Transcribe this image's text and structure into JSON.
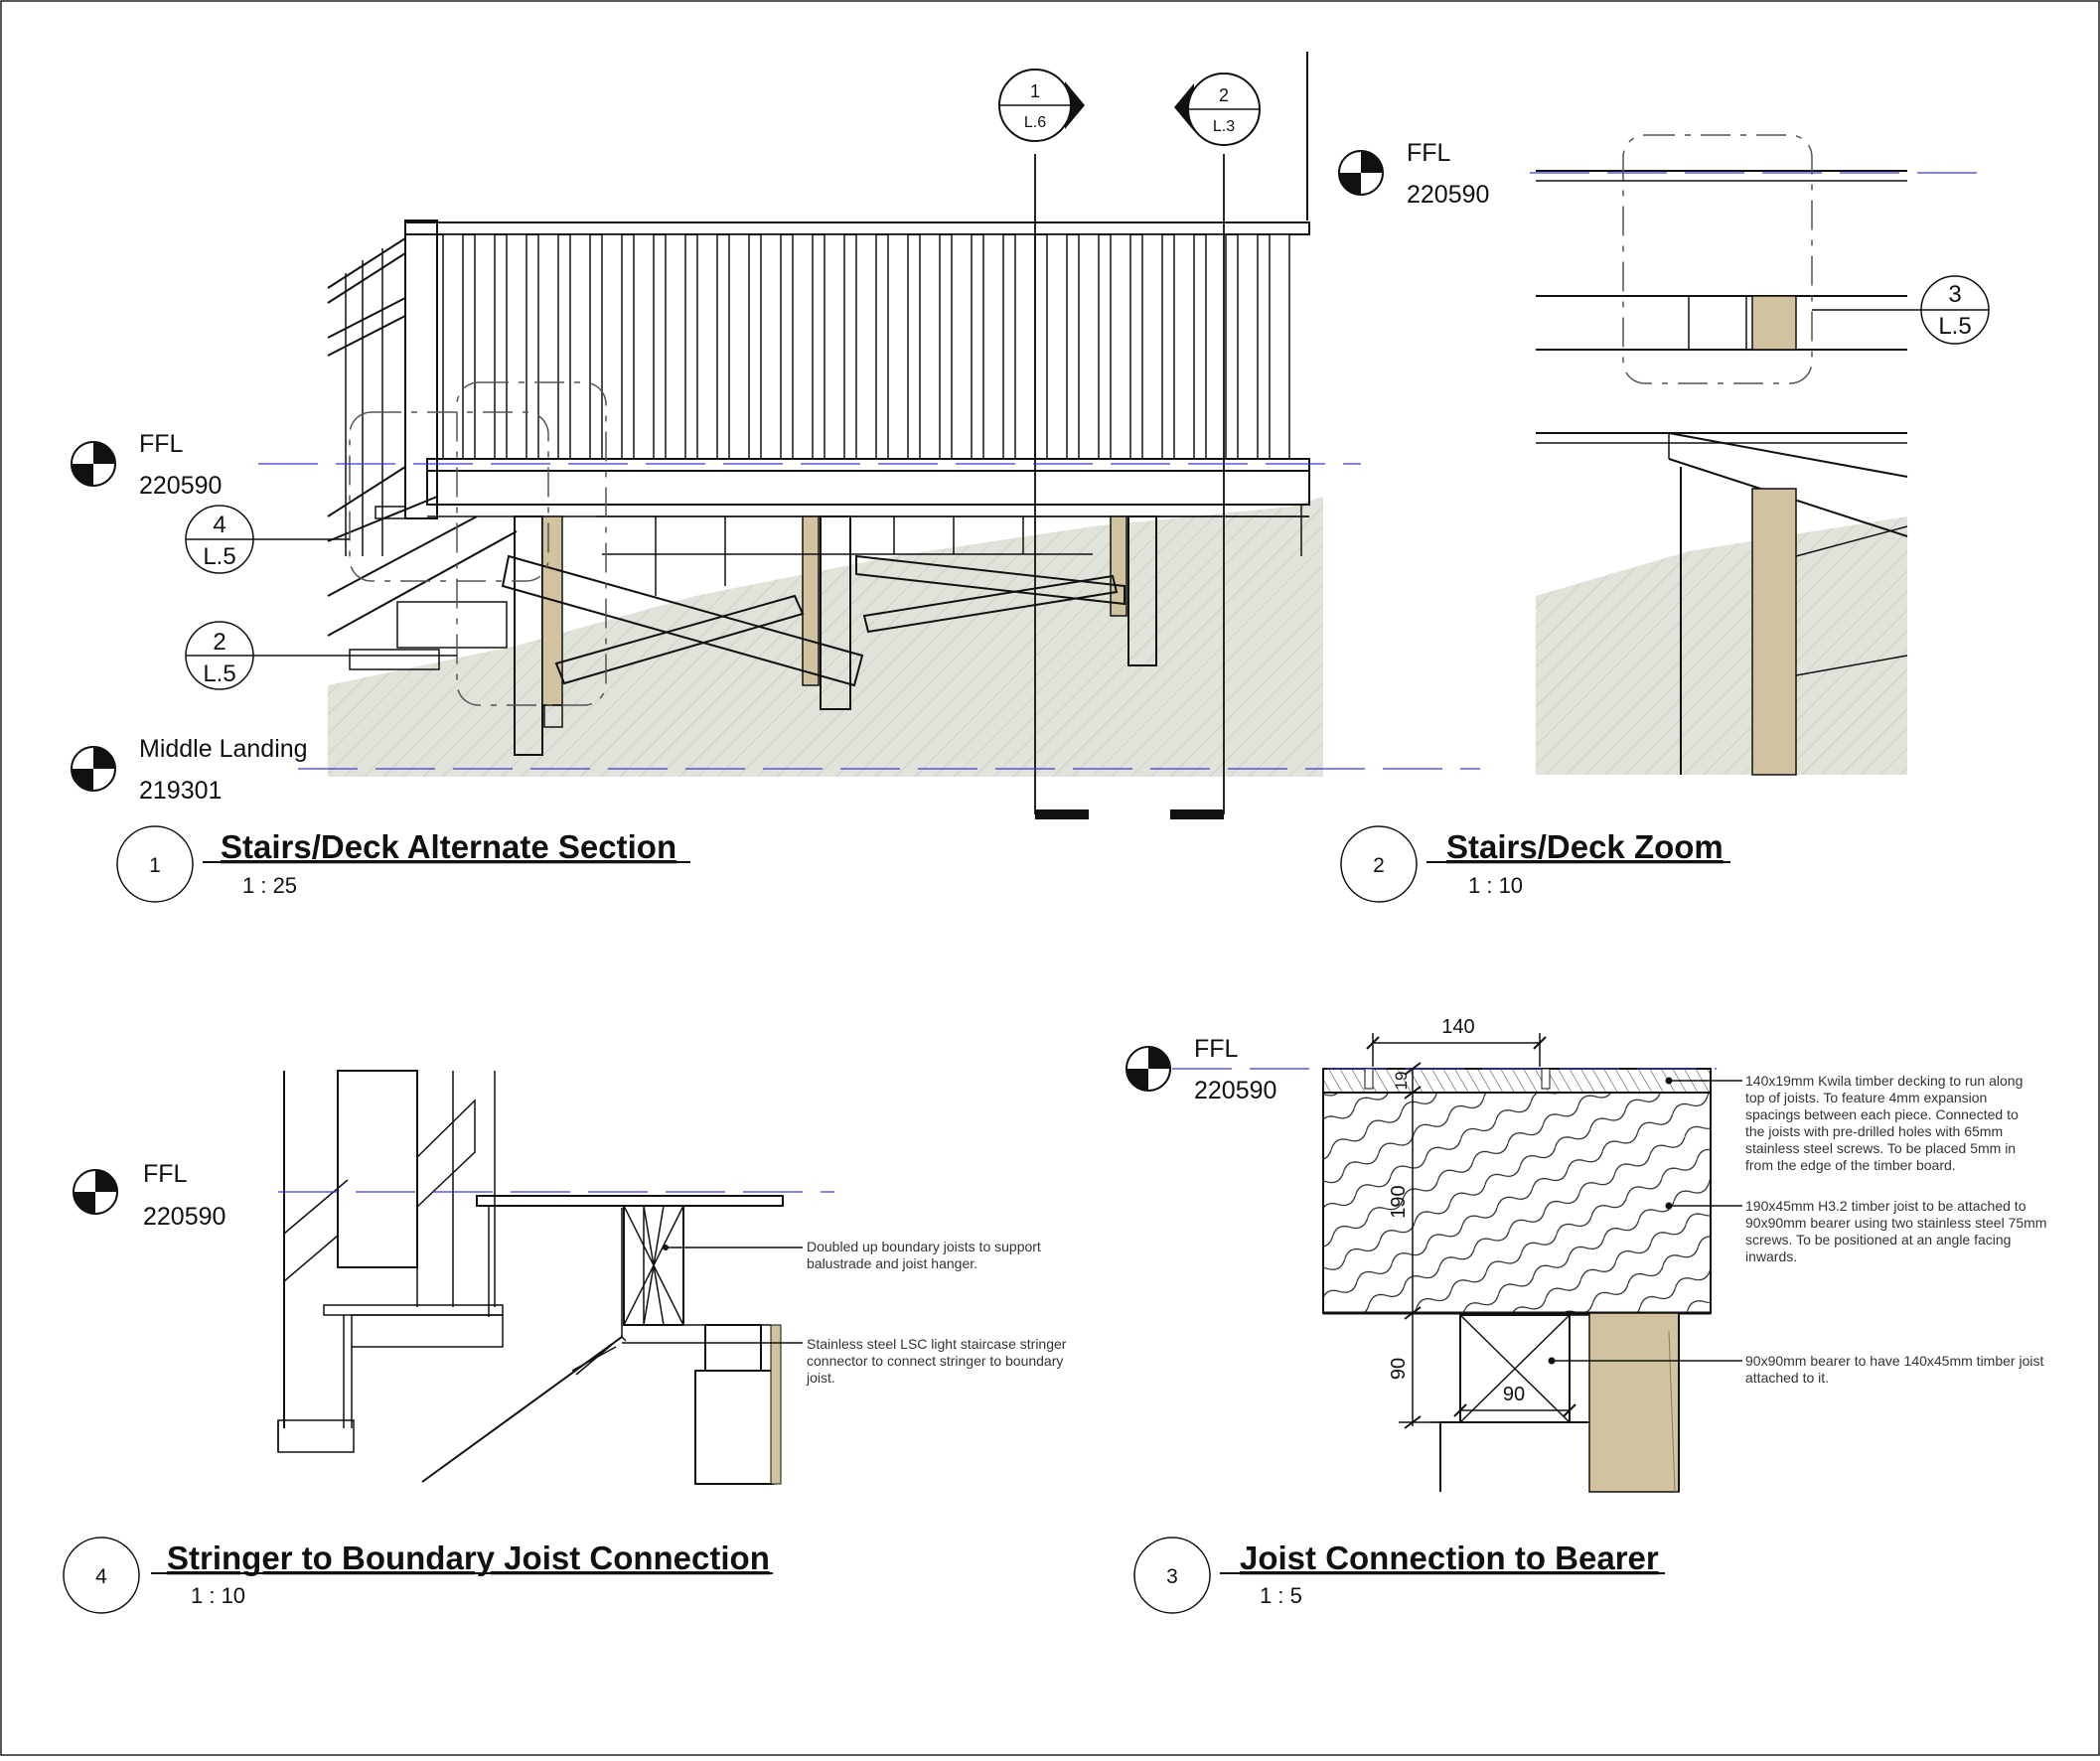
{
  "colors": {
    "timber": "#d2c3a0",
    "ground": "#dfe3d9",
    "level_line": "#3a3ad6",
    "ink": "#111111"
  },
  "views": {
    "v1": {
      "num": "1",
      "title": "Stairs/Deck Alternate Section",
      "scale": "1 : 25"
    },
    "v2": {
      "num": "2",
      "title": "Stairs/Deck Zoom",
      "scale": "1 : 10"
    },
    "v3": {
      "num": "3",
      "title": "Joist Connection to Bearer",
      "scale": "1 : 5"
    },
    "v4": {
      "num": "4",
      "title": "Stringer to Boundary Joist Connection",
      "scale": "1 : 10"
    }
  },
  "levels": {
    "ffl": {
      "name": "FFL",
      "value": "220590"
    },
    "middle_landing": {
      "name": "Middle Landing",
      "value": "219301"
    }
  },
  "section_marks": [
    {
      "num": "1",
      "sheet": "L.6"
    },
    {
      "num": "2",
      "sheet": "L.3"
    }
  ],
  "callouts": {
    "c4": {
      "num": "4",
      "sheet": "L.5"
    },
    "c2": {
      "num": "2",
      "sheet": "L.5"
    },
    "c3": {
      "num": "3",
      "sheet": "L.5"
    }
  },
  "dims": {
    "width_140": "140",
    "h_19": "19",
    "h_190": "190",
    "h_90": "90",
    "w_90": "90"
  },
  "notes": {
    "v4_a": [
      "Doubled up boundary joists to support",
      "balustrade and joist hanger."
    ],
    "v4_b": [
      "Stainless steel LSC light staircase stringer",
      "connector to connect stringer to boundary",
      "joist."
    ],
    "v3_a": [
      "140x19mm Kwila timber decking to run along",
      "top of joists. To feature 4mm expansion",
      "spacings between each piece. Connected to",
      "the joists with pre-drilled holes with 65mm",
      "stainless steel screws. To be placed 5mm in",
      "from the edge of the timber board."
    ],
    "v3_b": [
      "190x45mm H3.2 timber joist to be attached to",
      "90x90mm bearer using two stainless steel 75mm",
      "screws. To be positioned at an angle facing",
      "inwards."
    ],
    "v3_c": [
      "90x90mm bearer to have 140x45mm timber joist",
      "attached to it."
    ]
  }
}
